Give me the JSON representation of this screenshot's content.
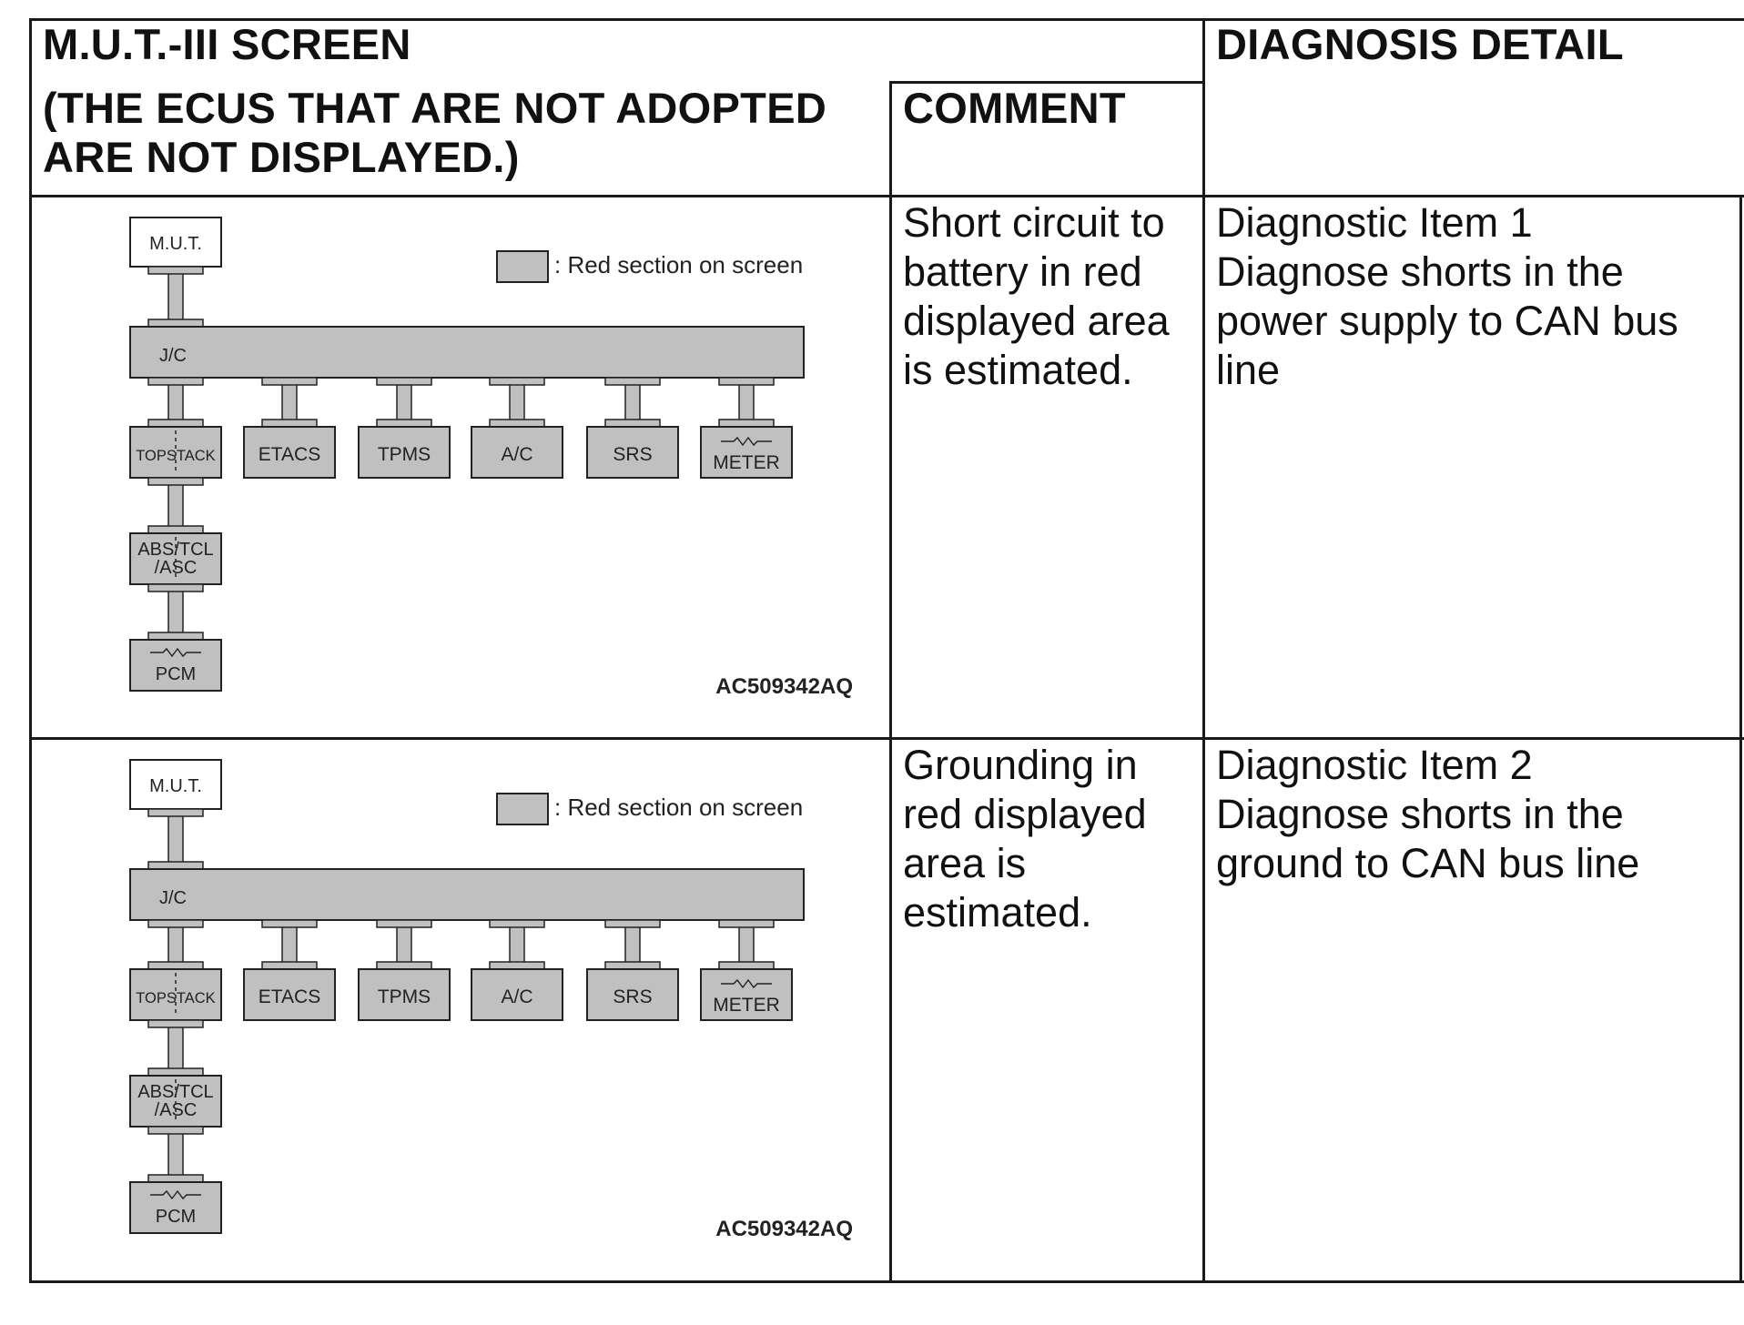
{
  "header": {
    "screen_col_line1": "M.U.T.-III SCREEN",
    "screen_col_line2": "(THE ECUS THAT ARE NOT ADOPTED",
    "screen_col_line3": "ARE NOT DISPLAYED.)",
    "comment_col": "COMMENT",
    "detail_col": "DIAGNOSIS DETAIL"
  },
  "diagram": {
    "mut_label": "M.U.T.",
    "legend_label": ": Red section on screen",
    "jc_label": "J/C",
    "ecus": [
      "TOPSTACK",
      "ETACS",
      "TPMS",
      "A/C",
      "SRS",
      "METER"
    ],
    "abs_label_line1": "ABS/TCL",
    "abs_label_line2": "/ASC",
    "pcm_label": "PCM",
    "figure_code": "AC509342AQ",
    "box_fill": "#c0c0c0"
  },
  "rows": [
    {
      "comment": [
        "Short circuit to",
        "battery in red",
        "displayed area",
        "is estimated."
      ],
      "detail": [
        "Diagnostic Item 1",
        "Diagnose shorts in the",
        "power supply to CAN bus",
        "line"
      ]
    },
    {
      "comment": [
        "Grounding in",
        "red displayed",
        "area is",
        "estimated."
      ],
      "detail": [
        "Diagnostic Item 2",
        "Diagnose shorts in the",
        "ground to CAN bus line"
      ]
    }
  ]
}
